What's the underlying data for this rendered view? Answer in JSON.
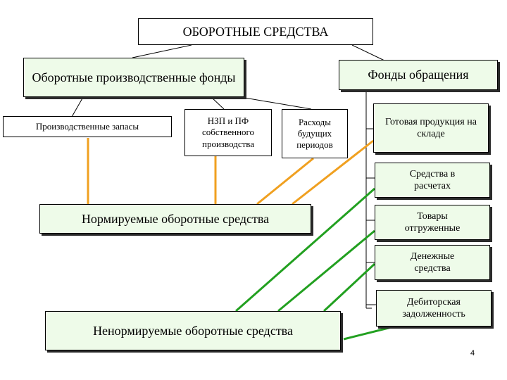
{
  "diagram": {
    "title": "ОБОРОТНЫЕ СРЕДСТВА",
    "production_funds": "Оборотные производственные фонды",
    "circulation_funds": "Фонды обращения",
    "production_stocks": "Производственные запасы",
    "wip": "НЗП и ПФ собственного производства",
    "deferred_expenses": "Расходы будущих периодов",
    "finished_goods": "Готовая продукция на складе",
    "settlements": "Средства в расчетах",
    "goods_shipped": "Товары отгруженные",
    "cash": "Денежные средства",
    "receivables": "Дебиторская задолженность",
    "normalized": "Нормируемые оборотные средства",
    "non_normalized": "Ненормируемые оборотные средства"
  },
  "page_number": "4",
  "colors": {
    "green_box": "#eefbe9",
    "orange_connector": "#f0a020",
    "green_connector": "#22a020"
  }
}
